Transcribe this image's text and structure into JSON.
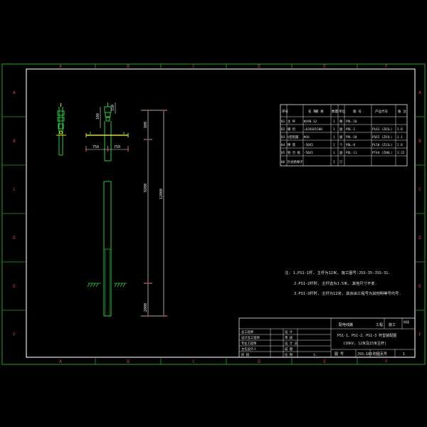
{
  "drawing": {
    "col_labels": [
      "A",
      "B",
      "C",
      "D",
      "E",
      "F"
    ],
    "row_labels": [
      "A",
      "B",
      "C",
      "D",
      "E",
      "F"
    ],
    "dims": {
      "crossarm_left": "750",
      "crossarm_right": "750",
      "top_small": "100",
      "top_small2": "150",
      "upper": "800",
      "middle": "9200",
      "total": "12000",
      "bottom": "2000"
    },
    "notes": {
      "n1": "注: 1.PS1-1杆, 主杆为12米, 施工图号:JSS-35-JSS-31.",
      "n2": "2.PS1-2杆时, 主杆选为1.5米, 其他尺寸不变.",
      "n3": "3.PS1-3杆时, 主杆为12米, 其余由工程号为其他明等号代号."
    },
    "material_table": {
      "headers": [
        "序号",
        "名 称",
        "规 格",
        "数量",
        "单位",
        "图 号",
        "产品代号",
        "备 注"
      ],
      "rows": [
        [
          "01",
          "主 杆",
          "Ф190-12",
          "1",
          "根",
          "PDL-10",
          "",
          ""
        ],
        [
          "02",
          "横 担",
          "∠63X6X1500",
          "1",
          "副",
          "PDL-1",
          "PL63 (Z01L)",
          "5.0"
        ],
        [
          "03",
          "U型抱箍",
          "Ф16",
          "1",
          "副",
          "PDL-10",
          "PS63 (Z01L)",
          "1.1"
        ],
        [
          "04",
          "撑 铁",
          "-50X5",
          "1",
          "个",
          "PDL-8",
          "PL50 (Z11L)",
          "2.8"
        ],
        [
          "05",
          "抱 合 板",
          "-50X5",
          "1",
          "副",
          "PDL-11",
          "PT44 (Z08L)",
          "3.32"
        ],
        [
          "06",
          "针式绝缘子",
          "",
          "1",
          "只",
          "",
          "",
          ""
        ]
      ]
    },
    "title_block": {
      "design_unit": "配电线路",
      "project_label": "工程",
      "stage": "施工",
      "stage2": "阶段",
      "title_line1": "PS1-1、PS1-2、PS1-3 杆型装配图",
      "title_line2": "(10kV, 12米及15米主杆)",
      "drawing_no_label": "图 号",
      "drawing_no": "JSS-103",
      "sheet_label": "附图页号",
      "sheet_no": "1",
      "left_rows": [
        "总工程师",
        "设计总工程师",
        "专业工程师",
        "主任设计人",
        "校 核"
      ],
      "mid_rows": [
        "设 计",
        "审 核",
        "设 计 员",
        "描 图",
        "比 例"
      ],
      "scale_label": "1:"
    }
  }
}
